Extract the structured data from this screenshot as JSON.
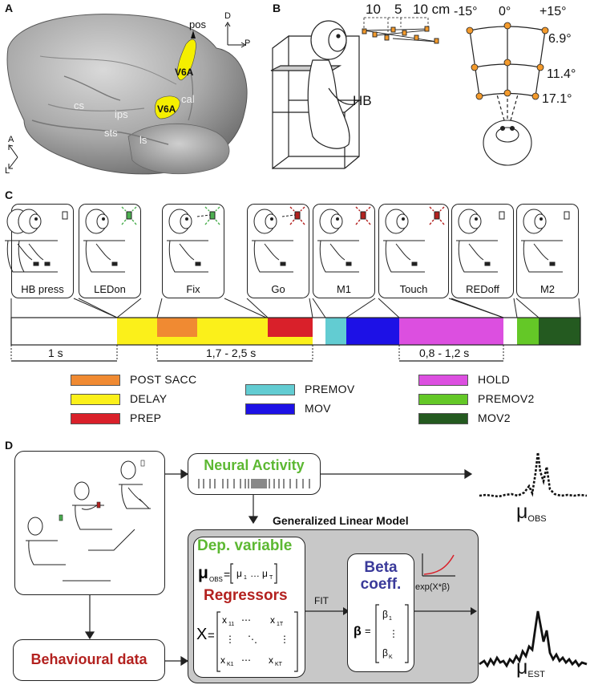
{
  "panels": {
    "A": {
      "label": "A",
      "sulci": [
        "cs",
        "ips",
        "sts",
        "ls",
        "cal",
        "pos"
      ],
      "areas": [
        "V6A",
        "V6A"
      ],
      "orientation_top": {
        "d": "D",
        "p": "P"
      },
      "orientation_bottom": {
        "a": "A",
        "l": "L"
      },
      "highlight_color": "#f5ef00"
    },
    "B": {
      "label": "B",
      "distances": [
        "10",
        "5",
        "10 cm"
      ],
      "angles": [
        "-15°",
        "0°",
        "+15°"
      ],
      "elevations": [
        "6.9°",
        "11.4°",
        "17.1°"
      ],
      "hb_label": "HB",
      "target_color": "#f39a2c"
    },
    "C": {
      "label": "C",
      "events": [
        "HB press",
        "LEDon",
        "Fix",
        "Go",
        "M1",
        "Touch",
        "REDoff",
        "M2"
      ],
      "durations": [
        "1 s",
        "1,7 - 2,5 s",
        "0,8 - 1,2 s"
      ],
      "legend": [
        {
          "label": "POST SACC",
          "color": "#f08a32"
        },
        {
          "label": "DELAY",
          "color": "#fbf01a"
        },
        {
          "label": "PREP",
          "color": "#d9202a"
        },
        {
          "label": "PREMOV",
          "color": "#62ccd2"
        },
        {
          "label": "MOV",
          "color": "#1d11e6"
        },
        {
          "label": "HOLD",
          "color": "#dc4fe0"
        },
        {
          "label": "PREMOV2",
          "color": "#64c827"
        },
        {
          "label": "MOV2",
          "color": "#245a20"
        }
      ]
    },
    "D": {
      "label": "D",
      "neural_activity": "Neural Activity",
      "glm_title": "Generalized Linear Model",
      "dep_variable": "Dep. variable",
      "regressors": "Regressors",
      "beta_coeff": [
        "Beta",
        "coeff."
      ],
      "fit": "FIT",
      "exp_label": "exp(X*β)",
      "behavioural_data": "Behavioural data",
      "mu_obs": {
        "mu": "μ",
        "sub": "OBS"
      },
      "mu_est": {
        "mu": "μ",
        "sub": "EST"
      },
      "colors": {
        "green": "#5cb832",
        "red": "#b3211f",
        "blue": "#3a3a9a",
        "glm_bg": "#c8c8c8"
      }
    }
  }
}
